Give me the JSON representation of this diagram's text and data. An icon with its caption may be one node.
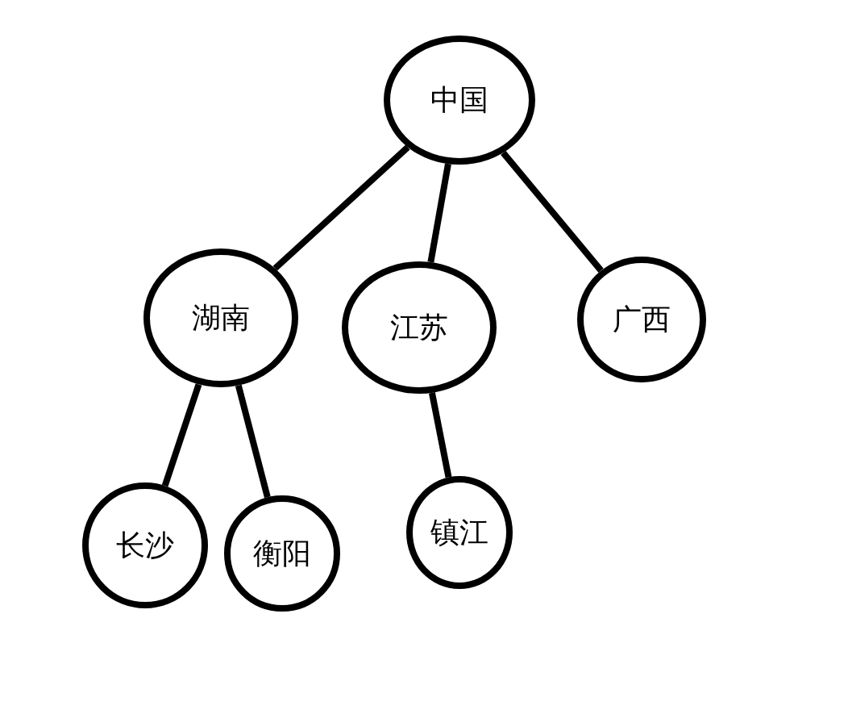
{
  "diagram": {
    "nodes": [
      {
        "text": [
          "中国"
        ]
      },
      {
        "text": [
          "湖南"
        ]
      },
      {
        "text": [
          "江苏"
        ]
      },
      {
        "text": [
          "广西"
        ]
      },
      {
        "text": [
          "长沙"
        ]
      },
      {
        "text": [
          "衡阳"
        ]
      },
      {
        "text": [
          "镇江"
        ]
      }
    ],
    "edges": [
      {
        "from": 0,
        "to": 1,
        "arrow": "none"
      },
      {
        "from": 0,
        "to": 2,
        "arrow": "none"
      },
      {
        "from": 0,
        "to": 3,
        "arrow": "none"
      },
      {
        "from": 1,
        "to": 4,
        "arrow": "none"
      },
      {
        "from": 1,
        "to": 5,
        "arrow": "none"
      },
      {
        "from": 2,
        "to": 6,
        "arrow": "none"
      }
    ]
  }
}
